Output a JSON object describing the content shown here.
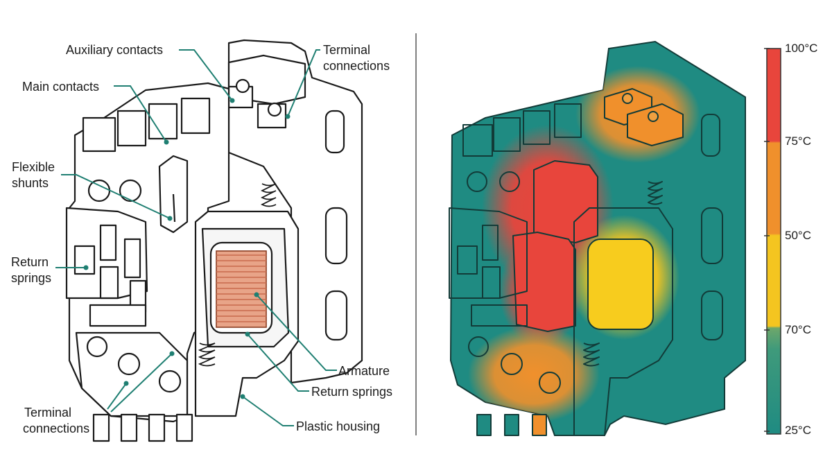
{
  "colors": {
    "leader": "#1f7f72",
    "outline": "#1a1a1a",
    "body_fill": "#ffffff",
    "coil": "#d9876a",
    "thermal_cool": "#1f8b82",
    "thermal_hot": "#e8453c",
    "thermal_warm": "#f0902c",
    "thermal_mid": "#f4c520",
    "divider": "#555555"
  },
  "left_diagram": {
    "labels": {
      "auxiliary_contacts": "Auxiliary contacts",
      "terminal_connections_top_1": "Terminal",
      "terminal_connections_top_2": "connections",
      "main_contacts": "Main contacts",
      "flexible_shunts_1": "Flexible",
      "flexible_shunts_2": "shunts",
      "return_springs_left_1": "Return",
      "return_springs_left_2": "springs",
      "armature": "Armature",
      "return_springs_right": "Return springs",
      "plastic_housing": "Plastic housing",
      "terminal_connections_bottom_1": "Terminal",
      "terminal_connections_bottom_2": "connections"
    }
  },
  "right_diagram": {
    "scale": {
      "ticks": [
        {
          "label": "100°C",
          "color": "#e8453c"
        },
        {
          "label": "75°C",
          "color": "#f0902c"
        },
        {
          "label": "50°C",
          "color": "#f4c520"
        },
        {
          "label": "70°C",
          "color": "#6ea76a"
        },
        {
          "label": "25°C",
          "color": "#1f8b82"
        }
      ]
    }
  }
}
